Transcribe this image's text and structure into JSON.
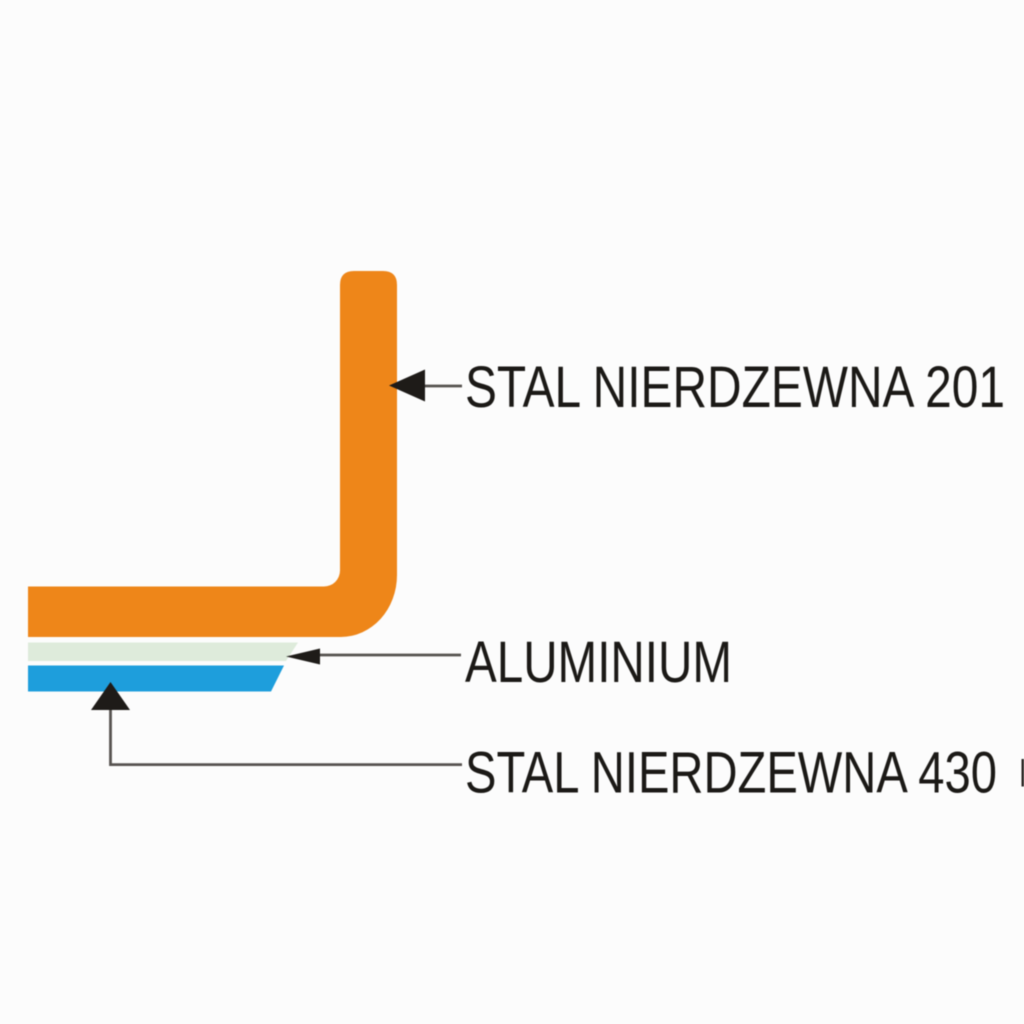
{
  "diagram": {
    "description": "Cookware pan bottom cross-section with material layers",
    "labels": {
      "steel_201": "STAL NIERDZEWNA 201",
      "aluminium": "ALUMINIUM",
      "steel_430": "STAL NIERDZEWNA 430"
    },
    "colors": {
      "steel_201_layer": "#ee8619",
      "aluminium_layer": "#deebdb",
      "steel_430_layer": "#1e9edc",
      "arrowhead": "#1e1b18",
      "leader_line": "#575350",
      "label_text": "#1b1916",
      "background": "#fcfcfc",
      "edge_fragment": "#2a2522"
    }
  }
}
